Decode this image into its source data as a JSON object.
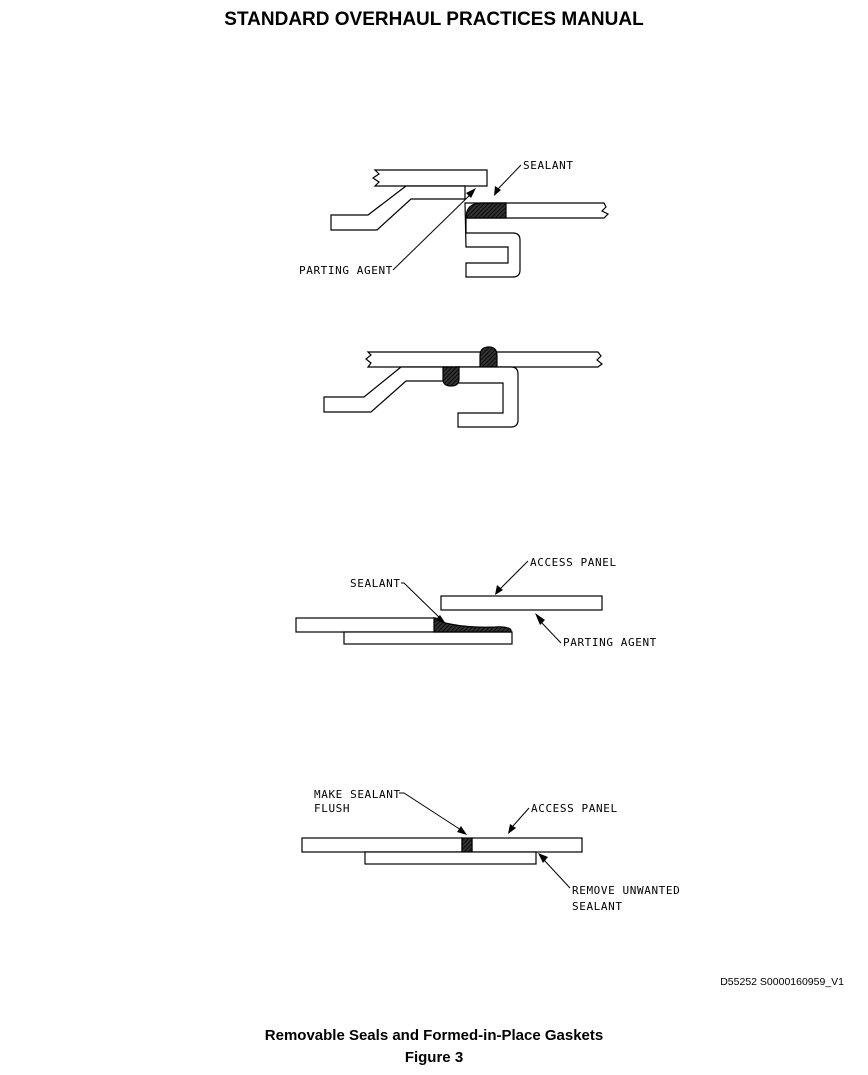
{
  "header": {
    "title": "STANDARD OVERHAUL PRACTICES MANUAL"
  },
  "detail1": {
    "sealant_label": "SEALANT",
    "parting_agent_label": "PARTING AGENT"
  },
  "detail3": {
    "access_panel_label": "ACCESS PANEL",
    "sealant_label": "SEALANT",
    "parting_agent_label": "PARTING AGENT"
  },
  "detail4": {
    "make_flush_line1": "MAKE SEALANT",
    "make_flush_line2": "FLUSH",
    "access_panel_label": "ACCESS PANEL",
    "remove_line1": "REMOVE UNWANTED",
    "remove_line2": "SEALANT"
  },
  "footer": {
    "doc_id": "D55252 S0000160959_V1",
    "caption_title": "Removable Seals and Formed-in-Place Gaskets",
    "caption_figure": "Figure 3"
  }
}
